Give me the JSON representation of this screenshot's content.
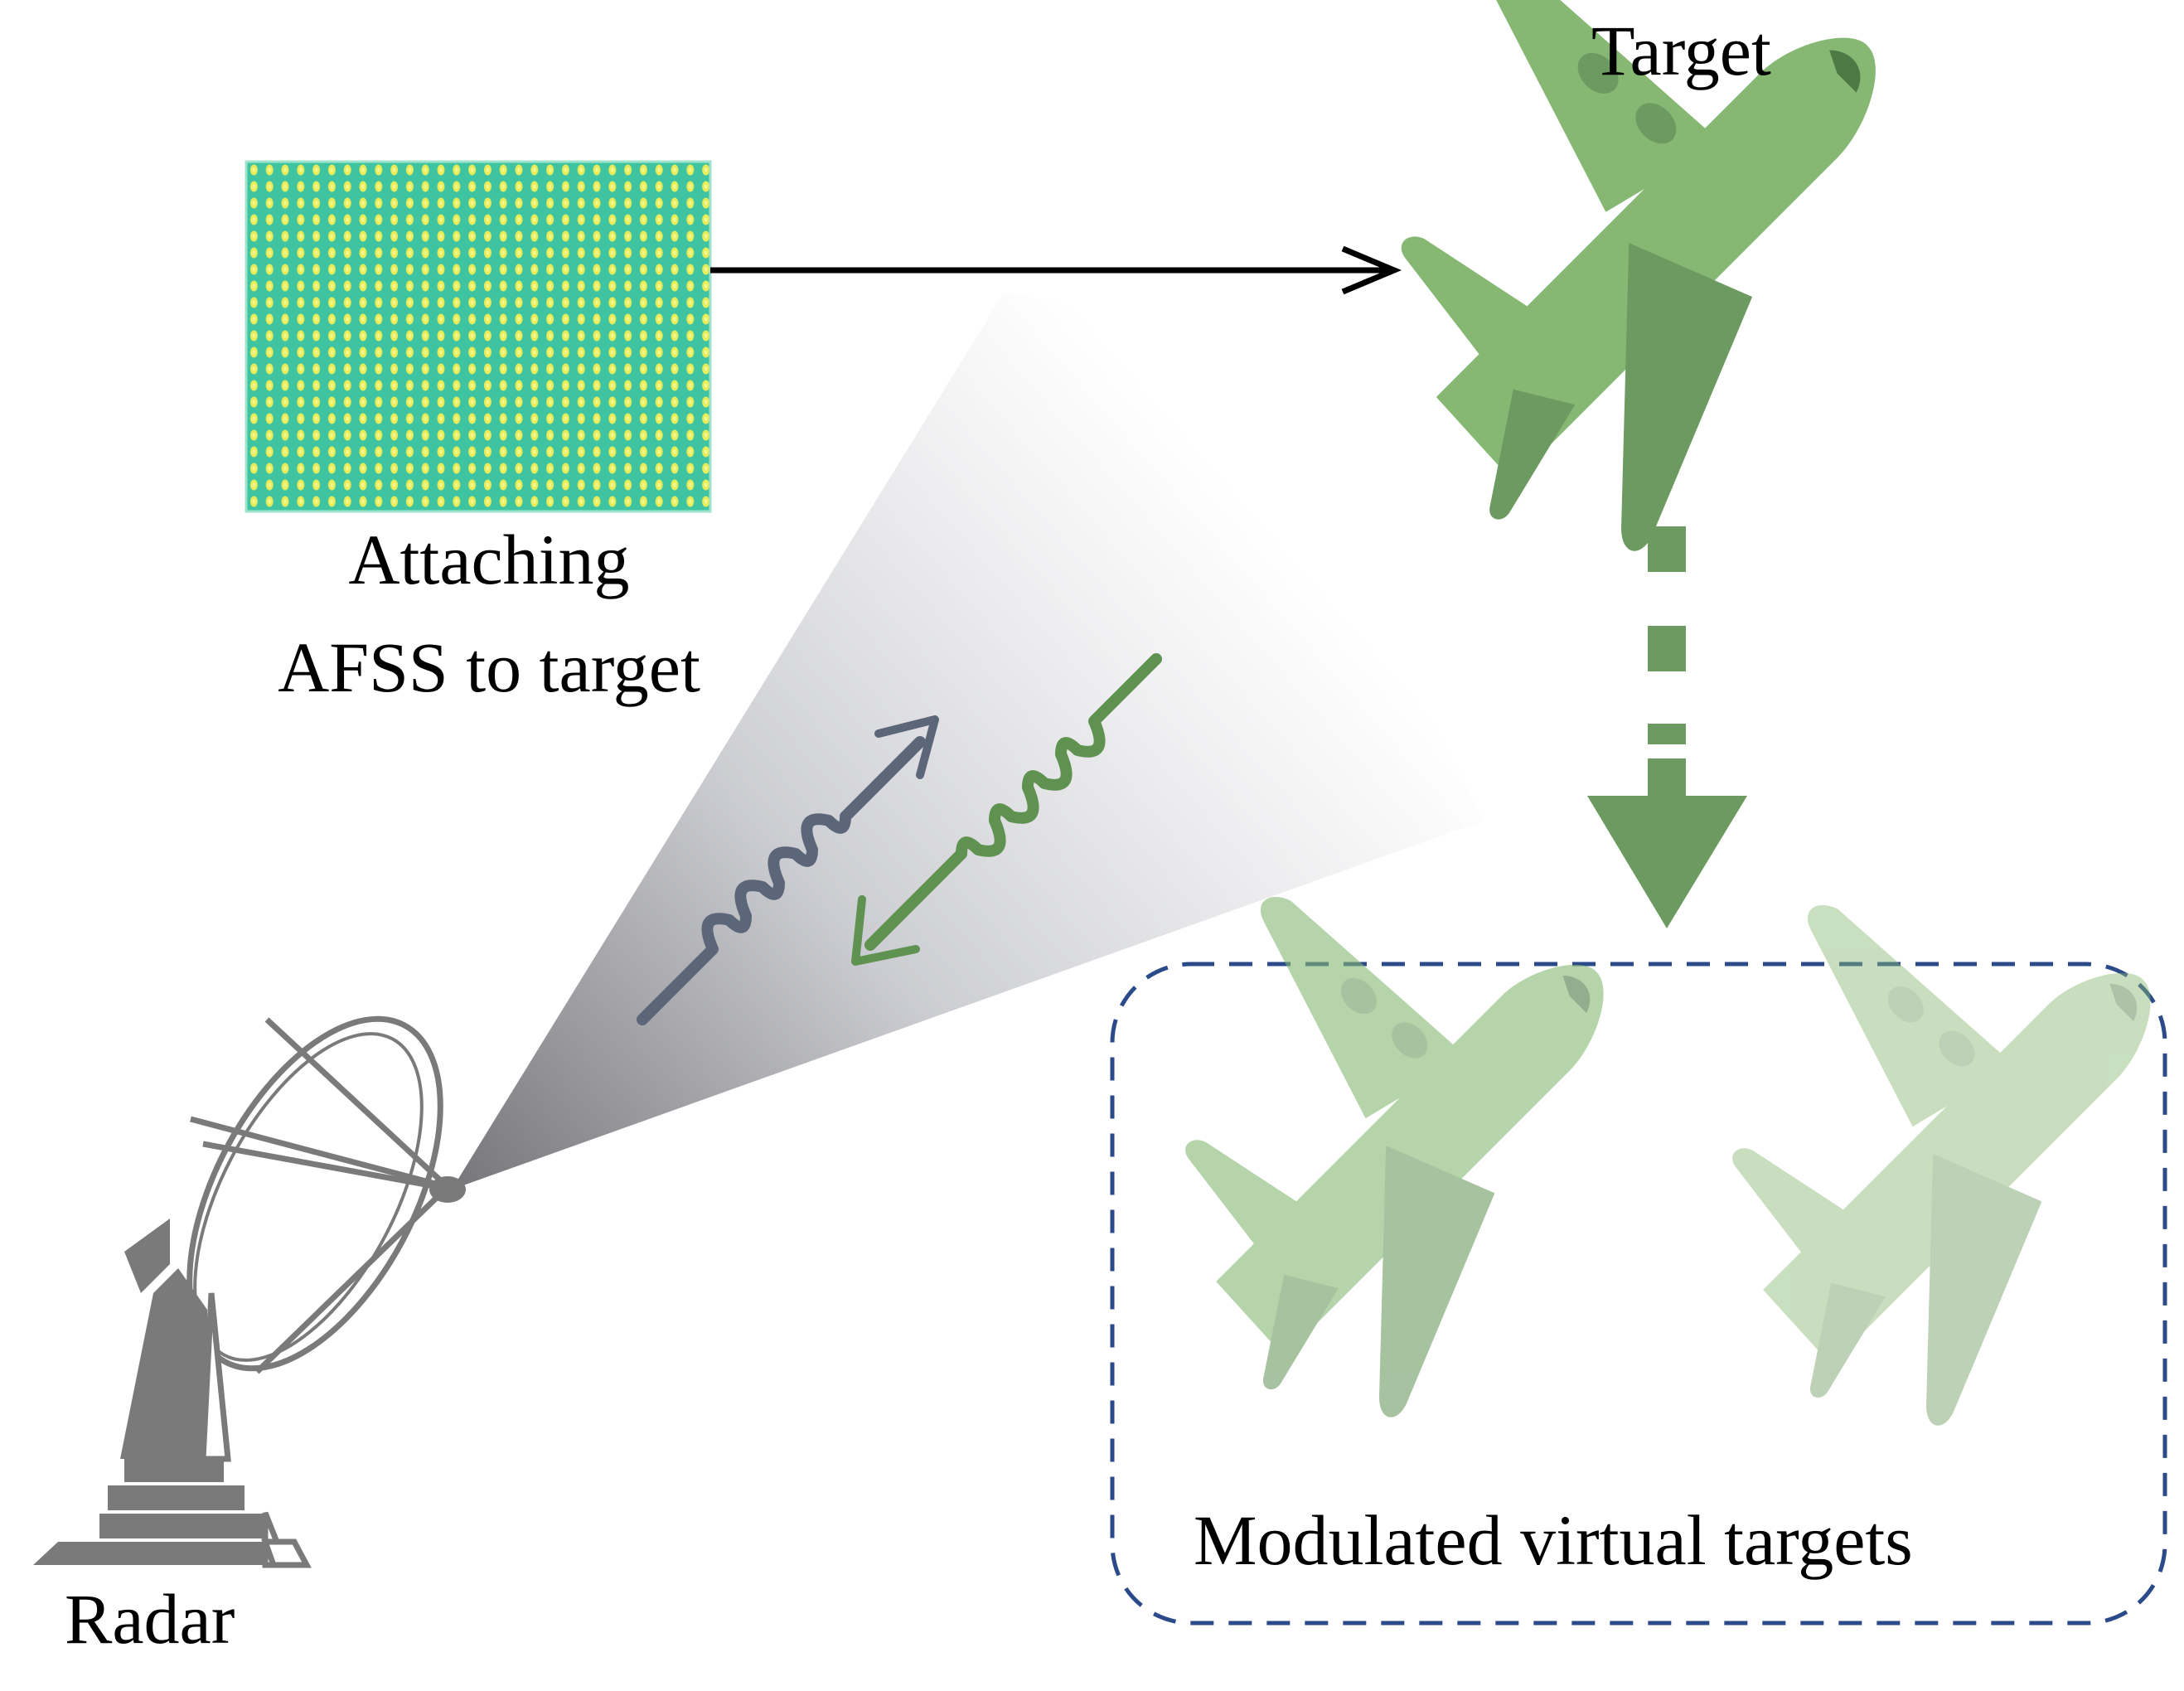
{
  "labels": {
    "target": "Target",
    "attach_line1": "Attaching",
    "attach_line2": "AFSS to target",
    "radar": "Radar",
    "virtual_targets": "Modulated virtual targets"
  },
  "icons": {
    "afss": "afss-metasurface-icon",
    "target": "airplane-icon",
    "virtual": "airplane-icon",
    "radar": "radar-dish-icon"
  },
  "colors": {
    "afss_bg": "#3ec4a0",
    "afss_dot": "#e8ec58",
    "plane_dark": "#6c9a60",
    "plane_mid": "#86b873",
    "plane_light": "#b4d3a2",
    "plane_lighter": "#d2e5c6",
    "incident_wave": "#5b6779",
    "reflected_wave": "#5f9150",
    "dashed_box": "#2b4a8a",
    "radar_gray": "#7a7a7a"
  }
}
